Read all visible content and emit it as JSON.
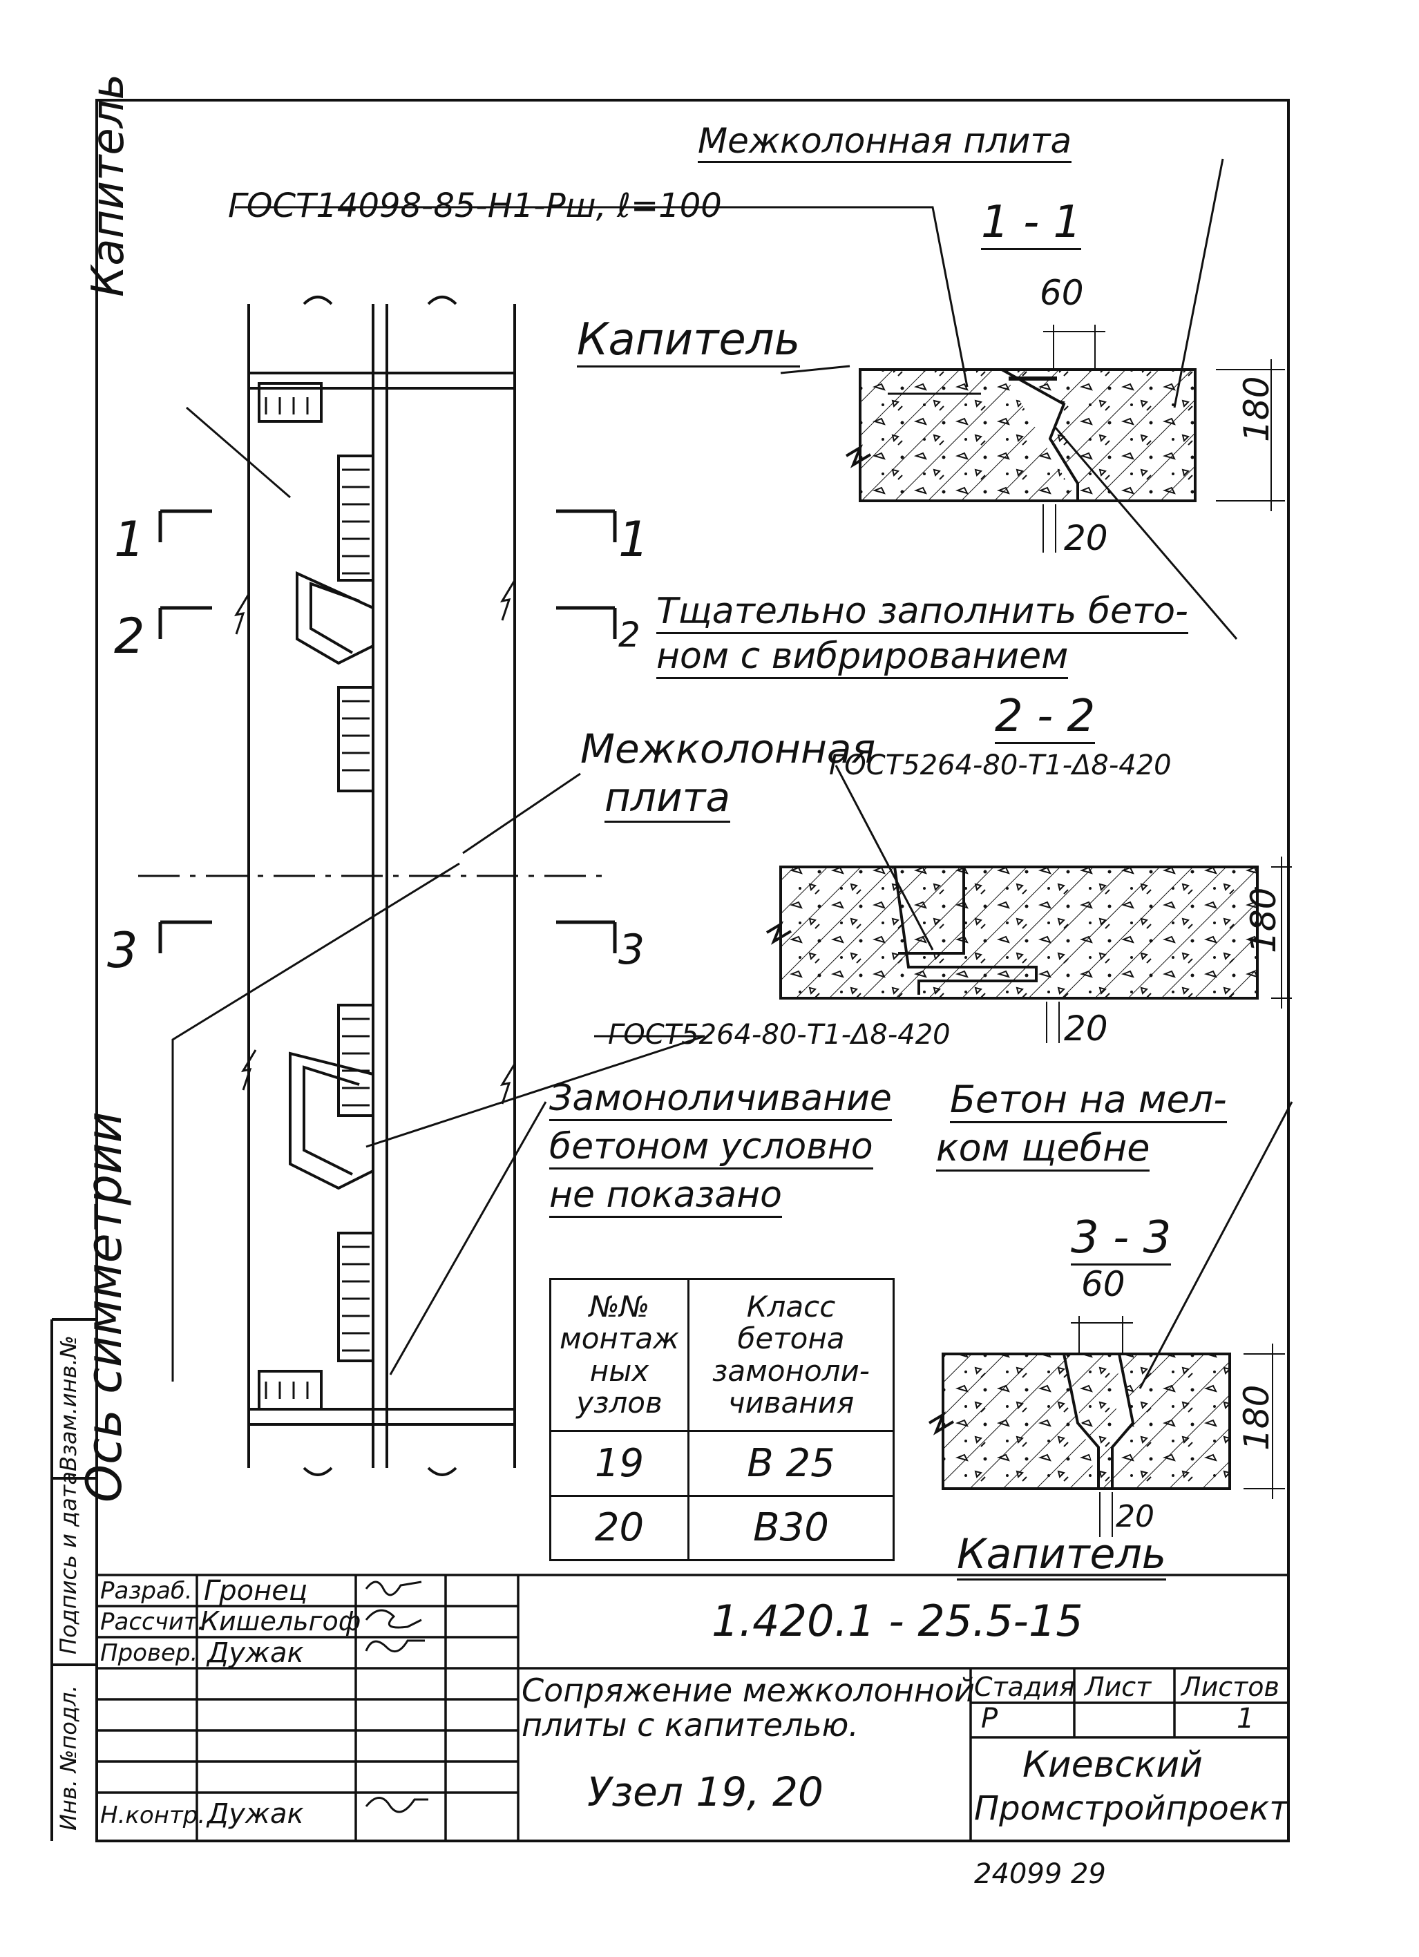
{
  "title_block": {
    "doc_code": "1.420.1 - 25.5-15",
    "title_line1": "Сопряжение межколонной",
    "title_line2": "плиты с капителью.",
    "node": "Узел 19, 20",
    "stage_label": "Стадия",
    "sheet_label": "Лист",
    "sheets_label": "Листов",
    "stage": "Р",
    "sheets": "1",
    "org_line1": "Киевский",
    "org_line2": "Промстройпроект",
    "roles": [
      {
        "role": "Разраб.",
        "name": "Гронец"
      },
      {
        "role": "Рассчит.",
        "name": "Кишельгоф"
      },
      {
        "role": "Провер.",
        "name": "Дужак"
      },
      {
        "role": "",
        "name": ""
      },
      {
        "role": "",
        "name": ""
      },
      {
        "role": "",
        "name": ""
      },
      {
        "role": "Н.контр.",
        "name": "Дужак"
      }
    ],
    "side_labels": [
      "Инв. №подл.",
      "Подпись и дата",
      "Взам.инв.№"
    ],
    "archive_no": "24099  29"
  },
  "plan": {
    "label_kapitel": "Капитель",
    "label_os": "Ось симметрии",
    "label_plita_1": "Межколонная",
    "label_plita_2": "плита",
    "cuts": [
      "1",
      "2",
      "3"
    ]
  },
  "notes": {
    "gost_top": "ГОСТ14098-85-Н1-Рш, ℓ=100",
    "plita_top": "Межколонная плита",
    "fill_1": "Тщательно заполнить бето-",
    "fill_2": "ном с вибрированием",
    "gost_mid": "ГОСТ5264-80-Т1-Δ8-420",
    "gost_low": "ГОСТ5264-80-Т1-Δ8-420",
    "mono_1": "Замоноличивание",
    "mono_2": "бетоном условно",
    "mono_3": "не показано",
    "fine_1": "Бетон на мел-",
    "fine_2": "ком щебне"
  },
  "sections": {
    "s1": {
      "title": "1 - 1",
      "label": "Капитель",
      "dim_top": "60",
      "dim_height": "180",
      "dim_gap": "20"
    },
    "s2": {
      "title": "2 - 2",
      "dim_height": "180",
      "dim_gap": "20"
    },
    "s3": {
      "title": "3 - 3",
      "dim_top": "60",
      "dim_height": "180",
      "dim_gap": "20",
      "label": "Капитель"
    }
  },
  "concrete_table": {
    "headers": [
      [
        "№№",
        "монтаж",
        "ных",
        "узлов"
      ],
      [
        "Класс",
        "бетона",
        "замоноли-",
        "чивания"
      ]
    ],
    "rows": [
      [
        "19",
        "В 25"
      ],
      [
        "20",
        "В30"
      ]
    ]
  }
}
